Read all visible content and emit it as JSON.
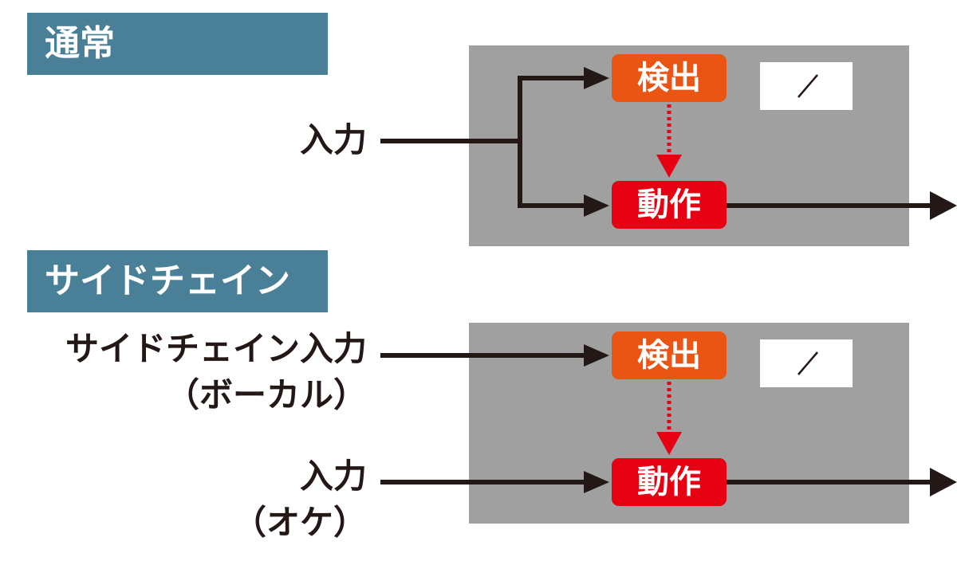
{
  "sections": {
    "normal": {
      "heading": "通常",
      "input_label": "入力",
      "detect_label": "検出",
      "action_label": "動作"
    },
    "sidechain": {
      "heading": "サイドチェイン",
      "sidechain_input_label": "サイドチェイン入力",
      "sidechain_input_sublabel": "（ボーカル）",
      "main_input_label": "入力",
      "main_input_sublabel": "（オケ）",
      "detect_label": "検出",
      "action_label": "動作"
    }
  },
  "colors": {
    "heading_bg": "#4a8097",
    "panel_bg": "#a0a0a0",
    "detect_bg": "#ea5514",
    "action_bg": "#e60012",
    "wire": "#231815",
    "dotted_arrow": "#e60012"
  },
  "icons": {
    "meter": "diagonal-slash-meter-icon"
  }
}
